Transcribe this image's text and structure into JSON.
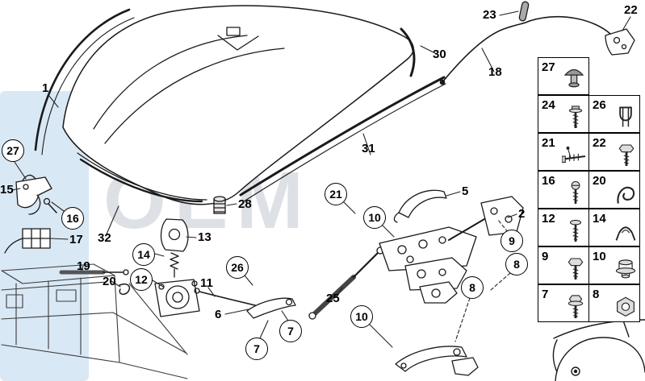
{
  "watermark": {
    "text": "OEM"
  },
  "callouts": [
    {
      "label": "23",
      "shape": "plain"
    },
    {
      "label": "22",
      "shape": "plain"
    },
    {
      "label": "30",
      "shape": "plain"
    },
    {
      "label": "18",
      "shape": "plain"
    },
    {
      "label": "1",
      "shape": "plain"
    },
    {
      "label": "31",
      "shape": "plain"
    },
    {
      "label": "27",
      "shape": "circle"
    },
    {
      "label": "15",
      "shape": "plain"
    },
    {
      "label": "16",
      "shape": "circle"
    },
    {
      "label": "17",
      "shape": "plain"
    },
    {
      "label": "32",
      "shape": "plain"
    },
    {
      "label": "19",
      "shape": "plain"
    },
    {
      "label": "20",
      "shape": "plain"
    },
    {
      "label": "14",
      "shape": "circle"
    },
    {
      "label": "12",
      "shape": "circle"
    },
    {
      "label": "13",
      "shape": "plain"
    },
    {
      "label": "28",
      "shape": "plain"
    },
    {
      "label": "26",
      "shape": "circle"
    },
    {
      "label": "11",
      "shape": "plain"
    },
    {
      "label": "6",
      "shape": "plain"
    },
    {
      "label": "7",
      "shape": "circle"
    },
    {
      "label": "7",
      "shape": "circle"
    },
    {
      "label": "25",
      "shape": "plain"
    },
    {
      "label": "21",
      "shape": "circle"
    },
    {
      "label": "10",
      "shape": "circle"
    },
    {
      "label": "10",
      "shape": "circle"
    },
    {
      "label": "5",
      "shape": "plain"
    },
    {
      "label": "2",
      "shape": "plain"
    },
    {
      "label": "9",
      "shape": "circle"
    },
    {
      "label": "8",
      "shape": "circle"
    },
    {
      "label": "8",
      "shape": "circle"
    }
  ],
  "legend": {
    "items": [
      {
        "num": "27",
        "icon": "push-pin"
      },
      {
        "num": "24",
        "icon": "screw"
      },
      {
        "num": "26",
        "icon": "clip"
      },
      {
        "num": "21",
        "icon": "adjusting-screw"
      },
      {
        "num": "22",
        "icon": "bolt"
      },
      {
        "num": "16",
        "icon": "screw"
      },
      {
        "num": "20",
        "icon": "clamp"
      },
      {
        "num": "12",
        "icon": "screw"
      },
      {
        "num": "14",
        "icon": "grommet"
      },
      {
        "num": "9",
        "icon": "bolt"
      },
      {
        "num": "10",
        "icon": "flange-nut"
      },
      {
        "num": "7",
        "icon": "bolt"
      },
      {
        "num": "8",
        "icon": "nut"
      }
    ]
  }
}
